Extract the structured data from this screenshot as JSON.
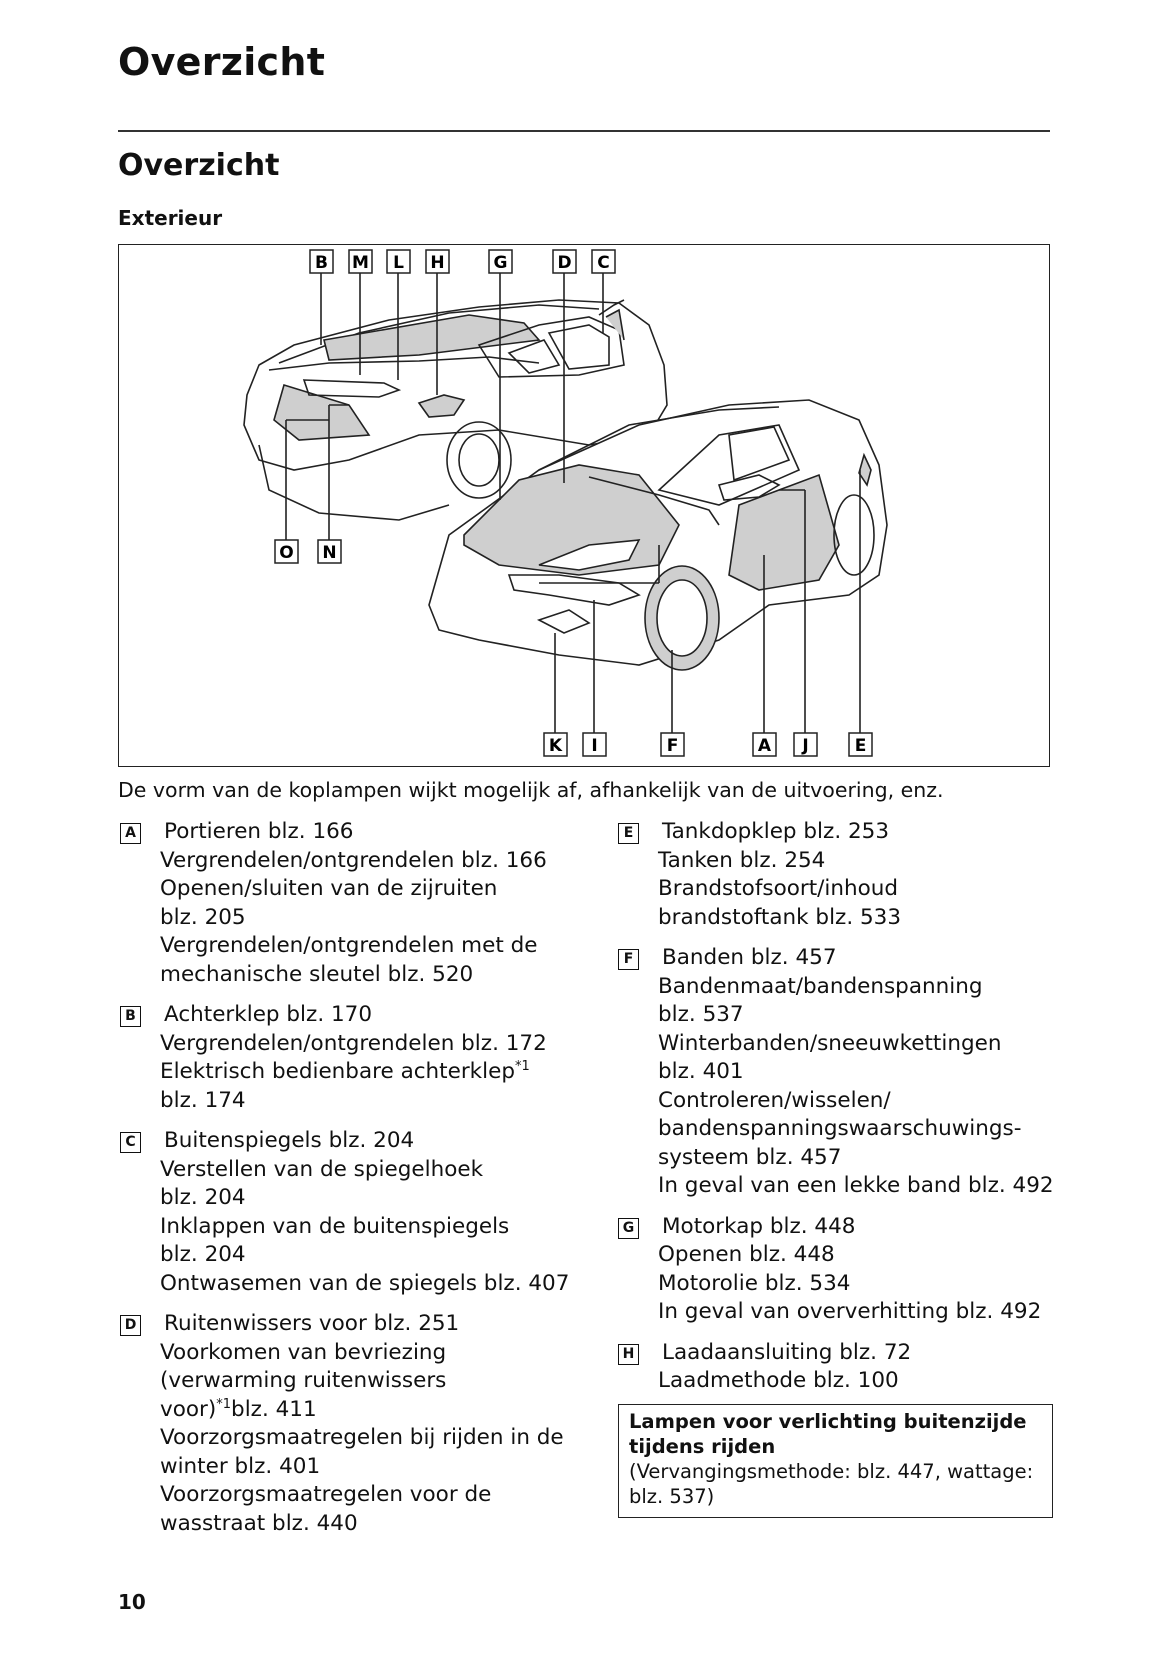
{
  "header": {
    "title": "Overzicht"
  },
  "section": {
    "title": "Overzicht",
    "subtitle": "Exterieur"
  },
  "figure": {
    "labels_top": [
      "B",
      "M",
      "L",
      "H",
      "G",
      "D",
      "C"
    ],
    "labels_left": [
      "O",
      "N"
    ],
    "labels_bottom": [
      "K",
      "I",
      "F",
      "A",
      "J",
      "E"
    ]
  },
  "caption": "De vorm van de koplampen wijkt mogelijk af, afhankelijk van de uitvoering, enz.",
  "left_items": [
    {
      "key": "A",
      "lines": [
        "Portieren blz. 166",
        "Vergrendelen/ontgrendelen blz. 166",
        "Openen/sluiten van de zijruiten",
        "blz. 205",
        "Vergrendelen/ontgrendelen met de",
        "mechanische sleutel blz. 520"
      ]
    },
    {
      "key": "B",
      "lines": [
        "Achterklep blz. 170",
        "Vergrendelen/ontgrendelen blz. 172",
        "Elektrisch bedienbare achterklep",
        "blz. 174"
      ]
    },
    {
      "key": "C",
      "lines": [
        "Buitenspiegels blz. 204",
        "Verstellen van de spiegelhoek",
        "blz. 204",
        "Inklappen van de buitenspiegels",
        "blz. 204",
        "Ontwasemen van de spiegels blz. 407"
      ]
    },
    {
      "key": "D",
      "lines": [
        "Ruitenwissers voor blz. 251",
        "Voorkomen van bevriezing",
        "(verwarming ruitenwissers",
        "voor)",
        "blz. 411",
        "Voorzorgsmaatregelen bij rijden in de",
        "winter blz. 401",
        "Voorzorgsmaatregelen voor de",
        "wasstraat blz. 440"
      ]
    }
  ],
  "superscript": "*1",
  "right_items": [
    {
      "key": "E",
      "lines": [
        "Tankdopklep blz. 253",
        "Tanken blz. 254",
        "Brandstofsoort/inhoud",
        "brandstoftank blz. 533"
      ]
    },
    {
      "key": "F",
      "lines": [
        "Banden blz. 457",
        "Bandenmaat/bandenspanning",
        "blz. 537",
        "Winterbanden/sneeuwkettingen",
        "blz. 401",
        "Controleren/wisselen/",
        "bandenspanningswaarschuwings-",
        "systeem blz. 457",
        "In geval van een lekke band blz. 492"
      ]
    },
    {
      "key": "G",
      "lines": [
        "Motorkap blz. 448",
        "Openen blz. 448",
        "Motorolie blz. 534",
        "In geval van oververhitting blz. 492"
      ]
    },
    {
      "key": "H",
      "lines": [
        "Laadaansluiting blz. 72",
        "Laadmethode blz. 100"
      ]
    }
  ],
  "note": {
    "title": "Lampen voor verlichting buitenzijde tijdens rijden",
    "body": "(Vervangingsmethode: blz. 447, wattage: blz. 537)"
  },
  "page_number": "10"
}
